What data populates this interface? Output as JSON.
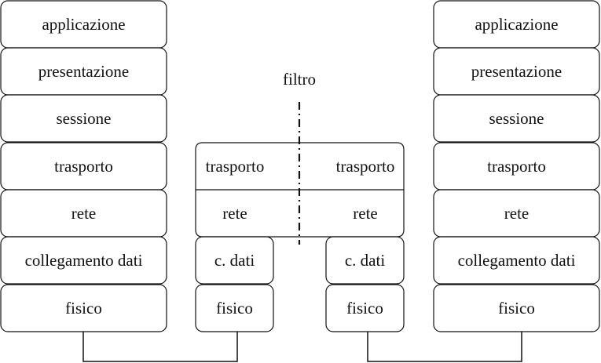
{
  "diagram": {
    "left_stack": [
      "applicazione",
      "presentazione",
      "sessione",
      "trasporto",
      "rete",
      "collegamento dati",
      "fisico"
    ],
    "right_stack": [
      "applicazione",
      "presentazione",
      "sessione",
      "trasporto",
      "rete",
      "collegamento dati",
      "fisico"
    ],
    "filter_label": "filtro",
    "middle": {
      "left": {
        "trasporto": "trasporto",
        "rete": "rete",
        "datalink": "c. dati",
        "fisico": "fisico"
      },
      "right": {
        "trasporto": "trasporto",
        "rete": "rete",
        "datalink": "c. dati",
        "fisico": "fisico"
      }
    }
  }
}
